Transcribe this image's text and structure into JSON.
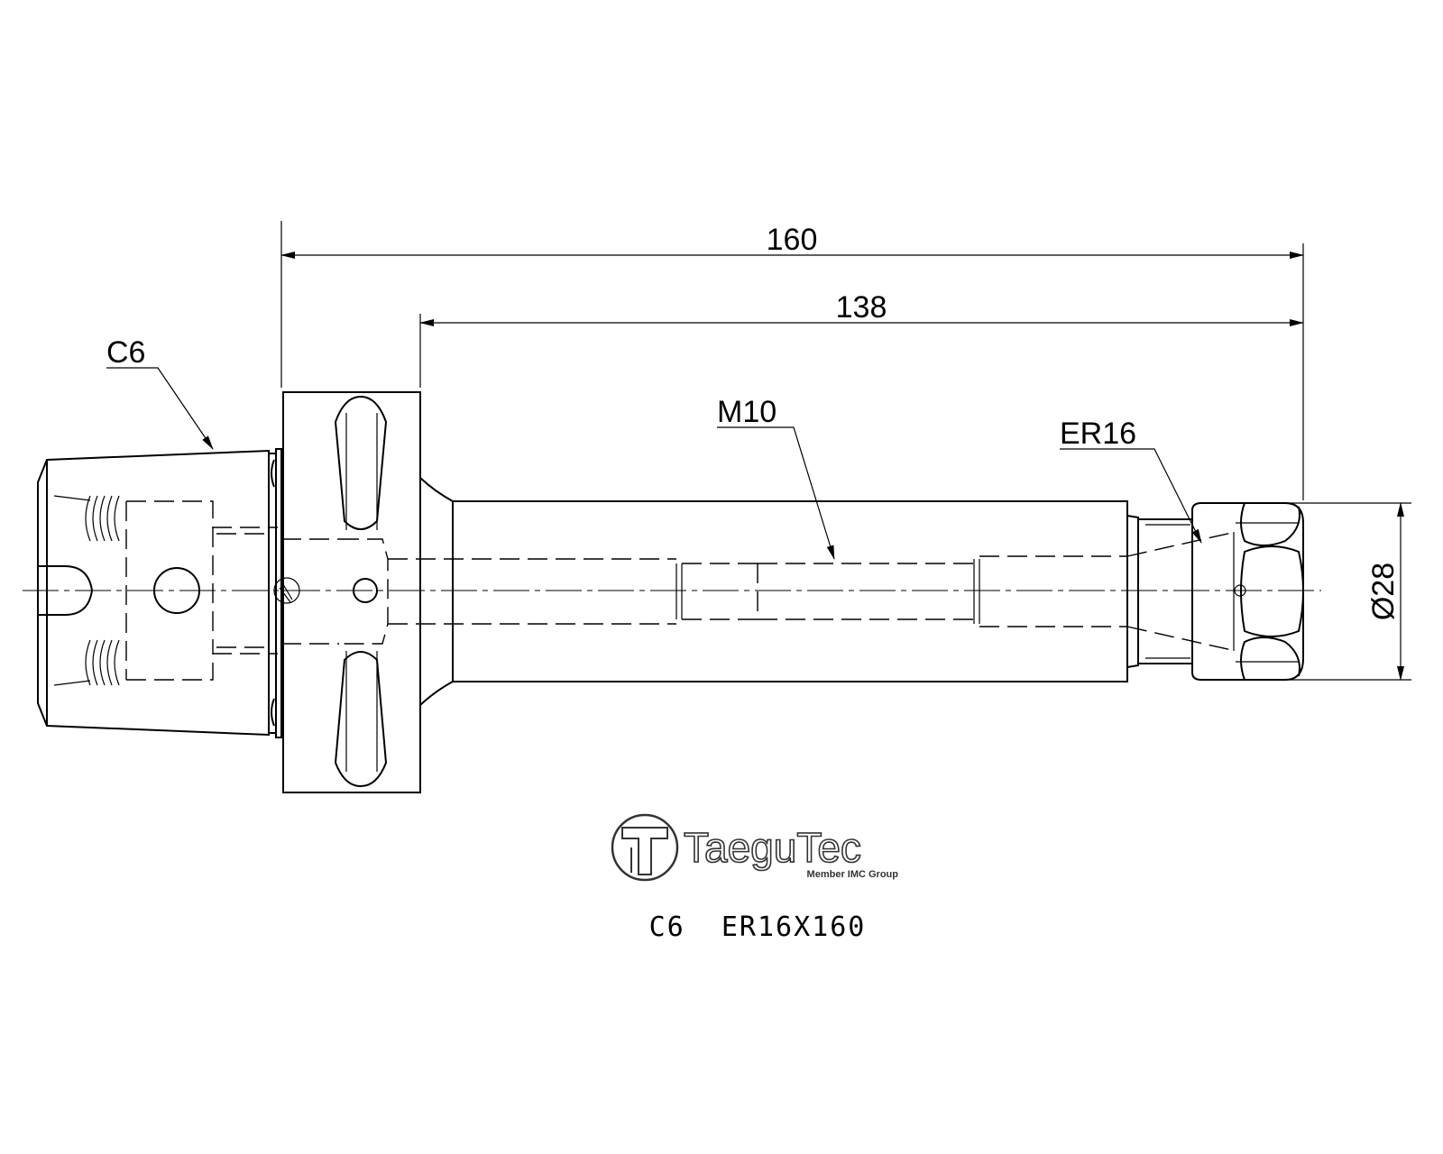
{
  "dimensions": {
    "overall_length": "160",
    "projection_length": "138",
    "diameter": "Ø28"
  },
  "callouts": {
    "shank": "C6",
    "thread": "M10",
    "collet": "ER16"
  },
  "logo": {
    "name": "TaeguTec",
    "subtitle": "Member IMC Group"
  },
  "caption": "C6  ER16X160"
}
